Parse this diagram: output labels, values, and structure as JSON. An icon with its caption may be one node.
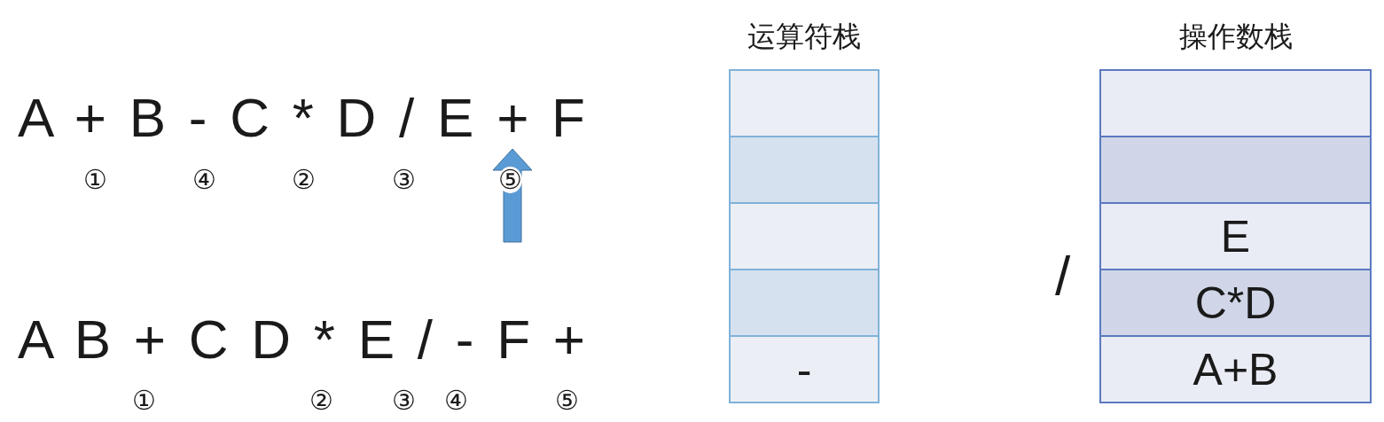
{
  "diagram": {
    "nodes": [
      {
        "text": [
          "运算符栈"
        ]
      },
      {
        "text": [],
        "shape": "box",
        "in": 0
      },
      {
        "text": [],
        "shape": "box",
        "in": 0
      },
      {
        "text": [],
        "shape": "box",
        "in": 0
      },
      {
        "text": [],
        "shape": "box",
        "in": 0
      },
      {
        "text": [
          "-"
        ],
        "in": 0
      },
      {
        "text": [
          "操作数栈"
        ]
      },
      {
        "text": [],
        "shape": "box",
        "in": 6
      },
      {
        "text": [],
        "shape": "box",
        "in": 6
      },
      {
        "text": [
          "E"
        ],
        "in": 6
      },
      {
        "text": [
          "C*D"
        ],
        "in": 6
      },
      {
        "text": [
          "A+B"
        ],
        "in": 6
      }
    ],
    "edges": [],
    "labels": [
      "A + B - C * D / E + F",
      "①",
      "④",
      "②",
      "③",
      "⑤",
      "A B + C D * E / - F +",
      "①",
      "②",
      "③",
      "④",
      "⑤",
      "/"
    ]
  }
}
